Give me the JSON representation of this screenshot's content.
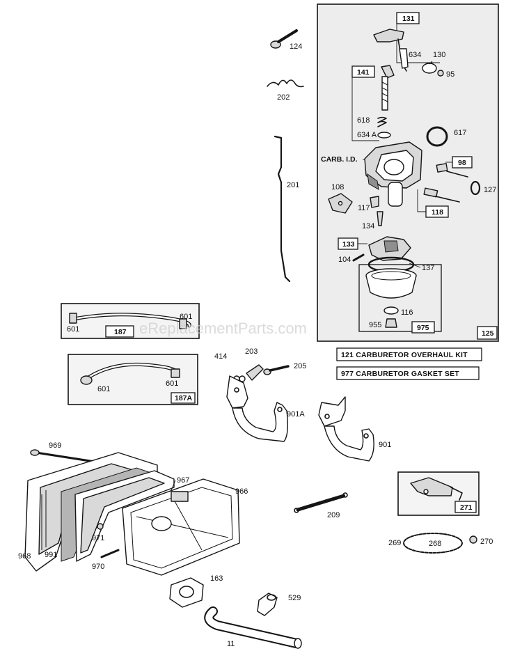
{
  "watermark": "eReplacementParts.com",
  "kits": {
    "overhaul": "121  CARBURETOR OVERHAUL KIT",
    "gasket": "977  CARBURETOR GASKET SET"
  },
  "carb_id_label": "CARB. I.D.",
  "callouts": {
    "p124": "124",
    "p202": "202",
    "p201": "201",
    "p131": "131",
    "p634": "634",
    "p130": "130",
    "p95": "95",
    "p141": "141",
    "p618": "618",
    "p634a": "634 A",
    "p617": "617",
    "p98": "98",
    "p127": "127",
    "p108": "108",
    "p117": "117",
    "p118": "118",
    "p134": "134",
    "p133": "133",
    "p104": "104",
    "p137": "137",
    "p116": "116",
    "p955": "955",
    "p975": "975",
    "p125": "125",
    "p601a": "601",
    "p601b": "601",
    "p187": "187",
    "p601c": "601",
    "p601d": "601",
    "p187a": "187A",
    "p414": "414",
    "p203": "203",
    "p205": "205",
    "p901a": "901A",
    "p901": "901",
    "p969": "969",
    "p967": "967",
    "p966": "966",
    "p968": "968",
    "p991": "991",
    "p971": "971",
    "p970": "970",
    "p163": "163",
    "p209": "209",
    "p271": "271",
    "p269": "269",
    "p268": "268",
    "p270": "270",
    "p529": "529",
    "p11": "11"
  }
}
